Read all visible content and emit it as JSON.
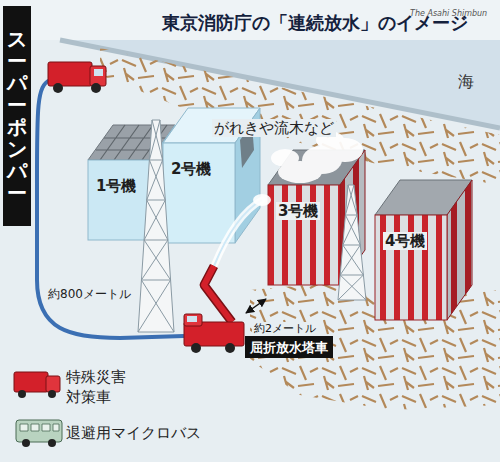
{
  "diagram": {
    "title": "東京消防庁の「連続放水」のイメージ",
    "nodes": [
      {
        "text": [
          "スーパーポンパー"
        ]
      },
      {
        "text": [
          "1号機"
        ]
      },
      {
        "text": [
          "2号機"
        ]
      },
      {
        "text": [
          "3号機"
        ]
      },
      {
        "text": [
          "4号機"
        ]
      },
      {
        "text": [
          "屈折放水塔車"
        ]
      }
    ],
    "labels": [
      "The Asahi Shimbun",
      "がれきや流木など",
      "海",
      "約800メートル",
      "約2メートル"
    ],
    "legend": [
      {
        "text": "特殊災害対策車"
      },
      {
        "text": "退避用マイクロバス"
      }
    ]
  }
}
